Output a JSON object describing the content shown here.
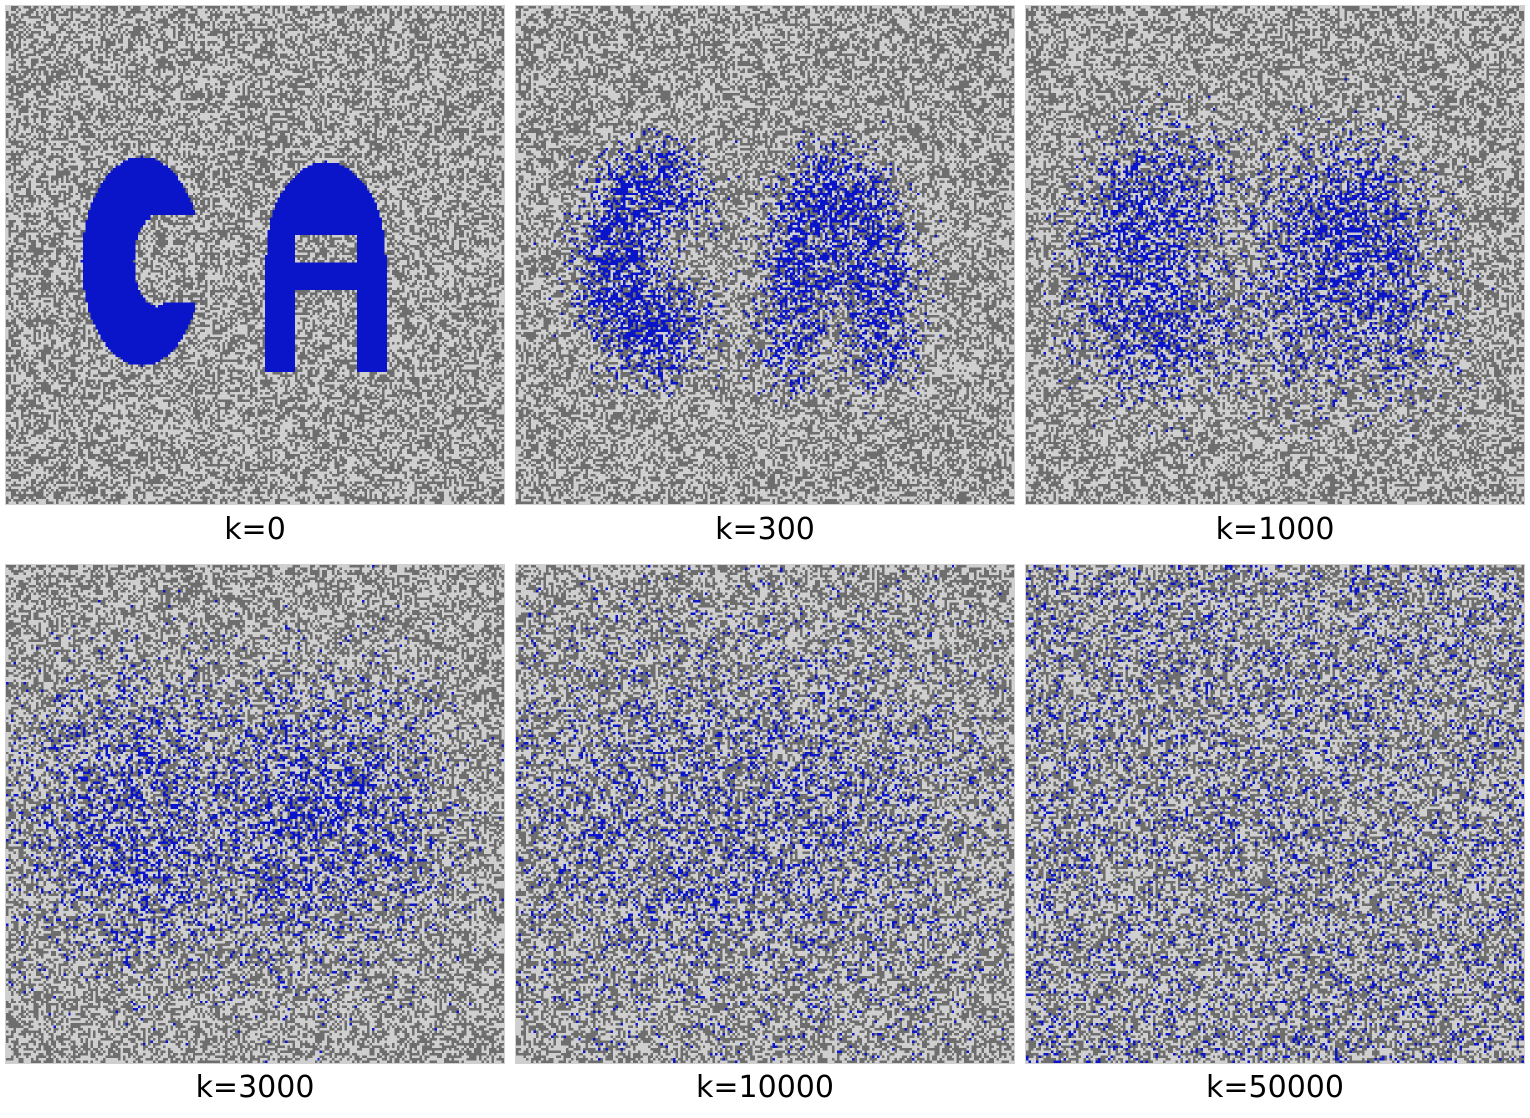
{
  "colors": {
    "particle": "#0a14c8",
    "noise_light": "#cfcfcf",
    "noise_dark": "#6e6e6e",
    "background": "#ffffff"
  },
  "figure": {
    "letters": "CA",
    "panels": [
      {
        "label": "k=0",
        "k": 0
      },
      {
        "label": "k=300",
        "k": 300
      },
      {
        "label": "k=1000",
        "k": 1000
      },
      {
        "label": "k=3000",
        "k": 3000
      },
      {
        "label": "k=10000",
        "k": 10000
      },
      {
        "label": "k=50000",
        "k": 50000
      }
    ]
  }
}
